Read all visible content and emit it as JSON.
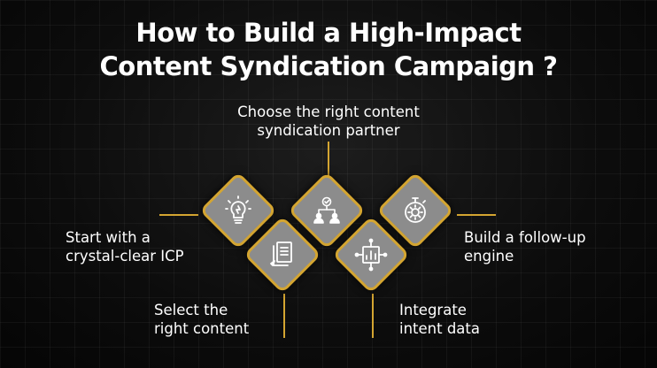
{
  "title": {
    "line1": "How to Build a High-Impact",
    "line2": "Content Syndication Campaign ?"
  },
  "steps": [
    {
      "label_line1": "Choose the right content",
      "label_line2": "syndication partner",
      "icon": "people-network-icon"
    },
    {
      "label_line1": "Start with a",
      "label_line2": "crystal-clear ICP",
      "icon": "lightbulb-icon"
    },
    {
      "label_line1": "Build a follow-up",
      "label_line2": "engine",
      "icon": "stopwatch-gear-icon"
    },
    {
      "label_line1": "Select the",
      "label_line2": "right content",
      "icon": "documents-icon"
    },
    {
      "label_line1": "Integrate",
      "label_line2": "intent data",
      "icon": "dashboard-chart-icon"
    }
  ],
  "colors": {
    "accent": "#d4a531",
    "diamond_fill": "#8c8c8c",
    "background": "#0c0c0c",
    "text": "#ffffff"
  }
}
